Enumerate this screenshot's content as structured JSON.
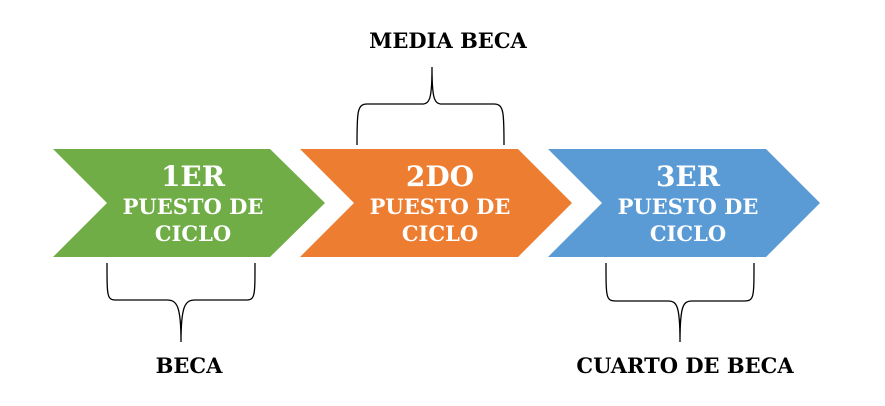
{
  "stages": [
    {
      "rank": "1ER",
      "line1": "PUESTO DE",
      "line2": "CICLO",
      "color": "#70AD47",
      "award": "BECA"
    },
    {
      "rank": "2DO",
      "line1": "PUESTO DE",
      "line2": "CICLO",
      "color": "#ED7D31",
      "award": "MEDIA BECA"
    },
    {
      "rank": "3ER",
      "line1": "PUESTO DE",
      "line2": "CICLO",
      "color": "#5B9BD5",
      "award": "CUARTO DE BECA"
    }
  ]
}
